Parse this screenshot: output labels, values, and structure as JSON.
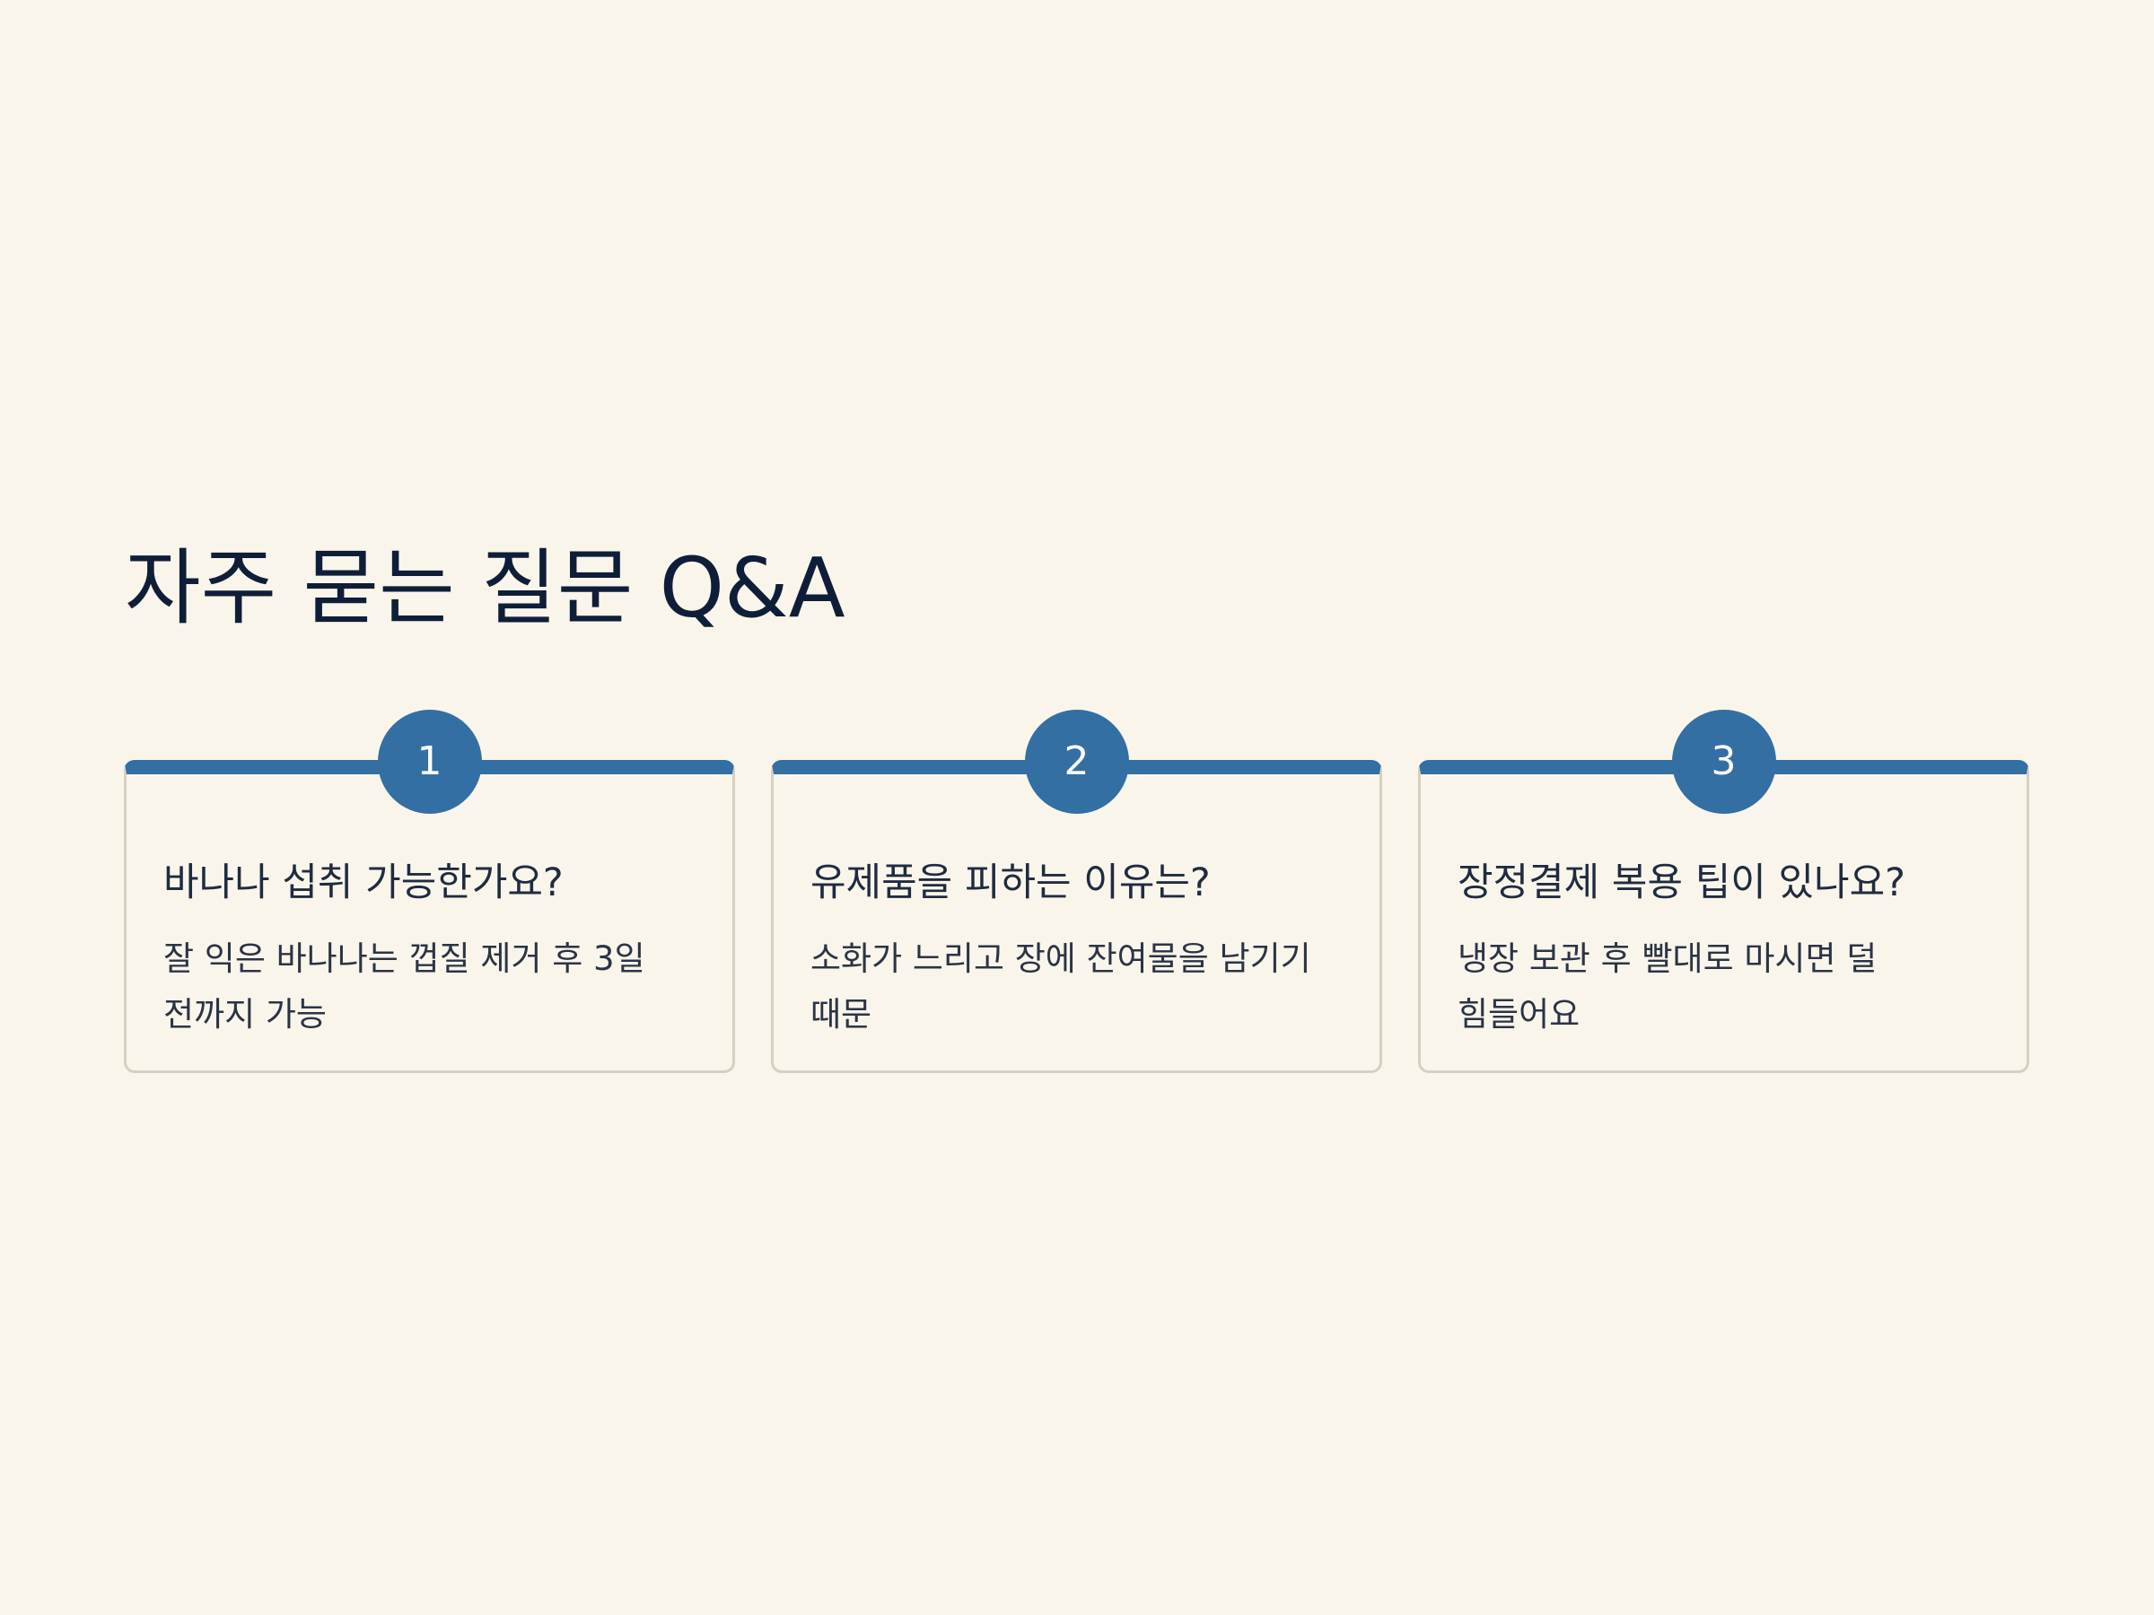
{
  "title": "자주 묻는 질문 Q&A",
  "colors": {
    "background": "#f9f5eb",
    "accent": "#336fa2",
    "title": "#0f1e38",
    "card_border": "#d6d0c2"
  },
  "cards": [
    {
      "number": "1",
      "question": "바나나 섭취 가능한가요?",
      "answer": "잘 익은 바나나는 껍질 제거 후 3일 전까지 가능"
    },
    {
      "number": "2",
      "question": "유제품을 피하는 이유는?",
      "answer": "소화가 느리고 장에 잔여물을 남기기 때문"
    },
    {
      "number": "3",
      "question": "장정결제 복용 팁이 있나요?",
      "answer": "냉장 보관 후 빨대로 마시면 덜 힘들어요"
    }
  ]
}
